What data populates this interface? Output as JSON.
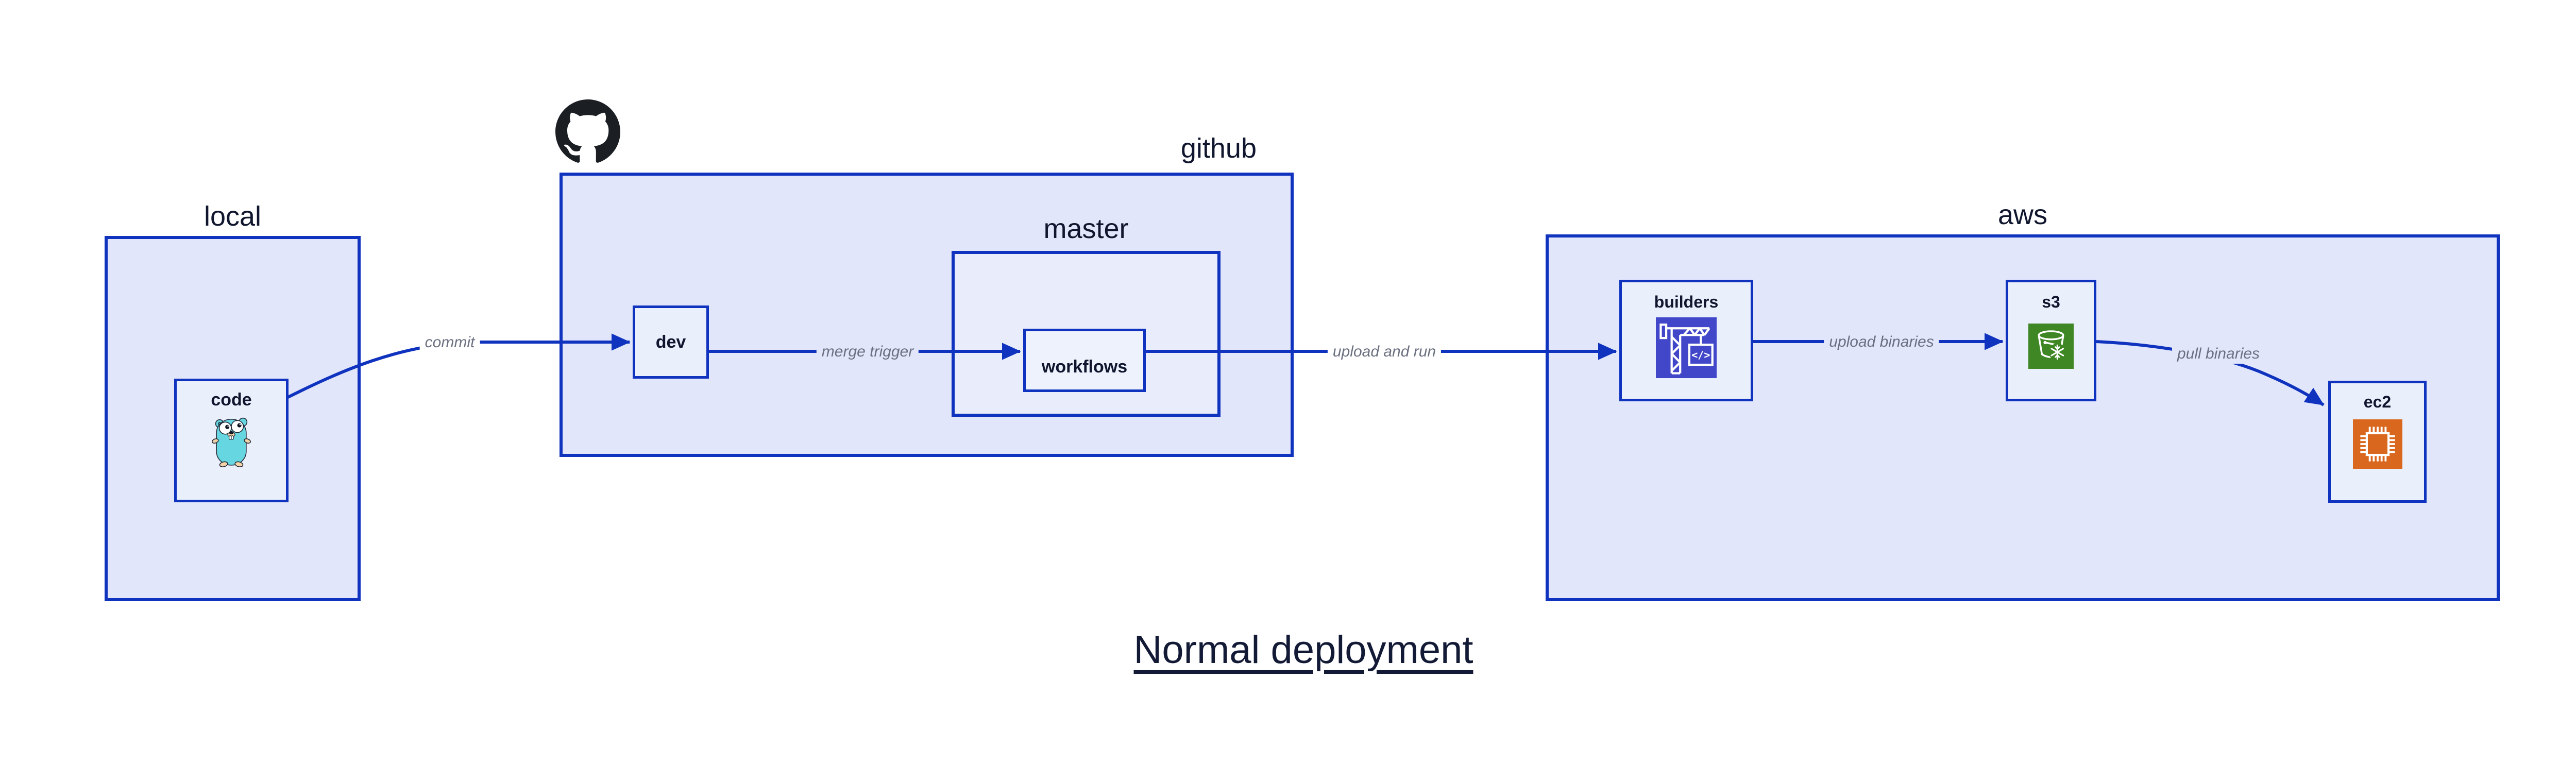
{
  "diagram": {
    "title": "Normal deployment",
    "groups": {
      "local": {
        "label": "local"
      },
      "github": {
        "label": "github"
      },
      "master": {
        "label": "master"
      },
      "aws": {
        "label": "aws"
      }
    },
    "nodes": {
      "code": {
        "label": "code",
        "icon": "go-gopher-icon"
      },
      "dev": {
        "label": "dev"
      },
      "workflows": {
        "label": "workflows"
      },
      "builders": {
        "label": "builders",
        "icon": "aws-codebuild-icon"
      },
      "s3": {
        "label": "s3",
        "icon": "aws-s3-glacier-icon"
      },
      "ec2": {
        "label": "ec2",
        "icon": "aws-ec2-chip-icon"
      }
    },
    "edges": {
      "commit": {
        "from": "code",
        "to": "dev",
        "label": "commit"
      },
      "merge_trigger": {
        "from": "dev",
        "to": "workflows",
        "label": "merge trigger"
      },
      "upload_and_run": {
        "from": "workflows",
        "to": "builders",
        "label": "upload and run"
      },
      "upload_binaries": {
        "from": "builders",
        "to": "s3",
        "label": "upload binaries"
      },
      "pull_binaries": {
        "from": "s3",
        "to": "ec2",
        "label": "pull binaries"
      }
    },
    "icons": {
      "github_logo": "github-octocat-icon",
      "code_icon": "go-gopher-icon",
      "builders_icon": "aws-codebuild-icon",
      "s3_icon": "aws-s3-glacier-icon",
      "ec2_icon": "aws-ec2-chip-icon"
    },
    "colors": {
      "outline_blue": "#0f33be",
      "group_fill": "#e1e6fa",
      "node_fill": "#eaeffc",
      "label_navy": "#10162e",
      "edge_label_gray": "#6b7080",
      "github_black": "#1b1f23",
      "codebuild_indigo": "#4147c8",
      "glacier_green": "#3f8624",
      "ec2_orange": "#d9671d",
      "gopher_teal": "#66d6e0"
    }
  }
}
